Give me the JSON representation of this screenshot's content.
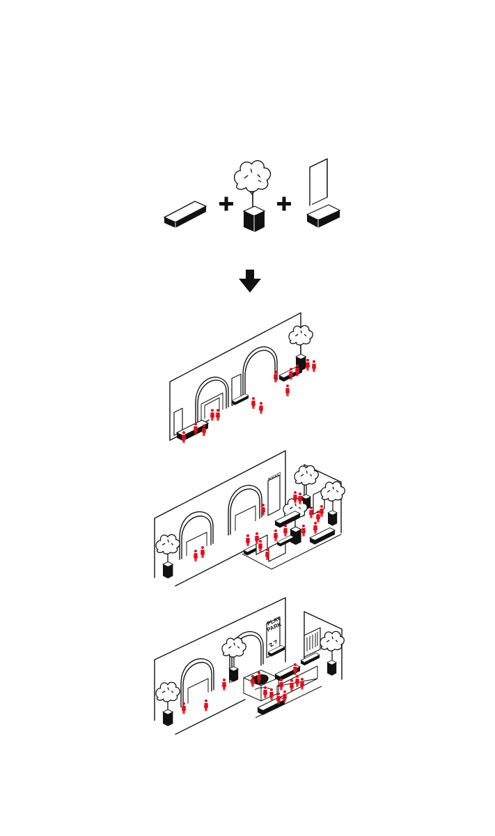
{
  "components": {
    "items": [
      "bench",
      "tree-planter",
      "sign-stand"
    ],
    "operators": [
      "+",
      "+"
    ],
    "result_arrow": "down"
  },
  "scenes": [
    {
      "id": "scene-1",
      "people_color": "#e0101c"
    },
    {
      "id": "scene-2",
      "people_color": "#e0101c"
    },
    {
      "id": "scene-3",
      "sign_text": [
        "PLAY",
        "PARK"
      ],
      "people_color": "#e0101c"
    }
  ],
  "colors": {
    "ink": "#111111",
    "people": "#e0101c",
    "background": "#ffffff"
  }
}
